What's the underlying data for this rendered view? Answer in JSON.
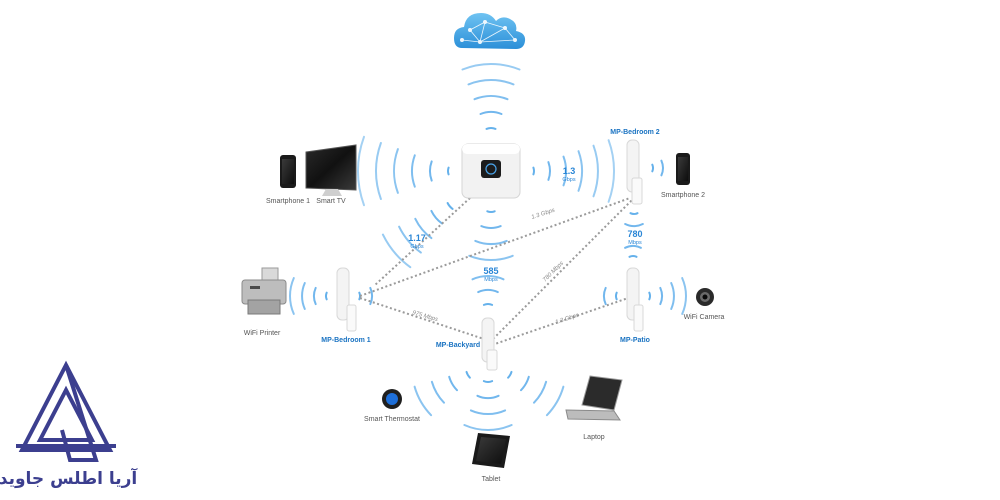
{
  "devices": {
    "smartphone1": "Smartphone 1",
    "smart_tv": "Smart TV",
    "smartphone2": "Smartphone 2",
    "wifi_printer": "WiFi Printer",
    "wifi_camera": "WiFi Camera",
    "smart_thermostat": "Smart Thermostat",
    "laptop": "Laptop",
    "tablet": "Tablet"
  },
  "nodes": {
    "bedroom1": "MP-Bedroom 1",
    "bedroom2": "MP-Bedroom 2",
    "backyard": "MP-Backyard",
    "patio": "MP-Patio"
  },
  "speeds": {
    "router_bedroom2": {
      "value": "1.3",
      "unit": "Gbps"
    },
    "router_bedroom1": {
      "value": "1.17",
      "unit": "Gbps"
    },
    "router_backyard": {
      "value": "585",
      "unit": "Mbps"
    },
    "bedroom2_patio": {
      "value": "780",
      "unit": "Mbps"
    }
  },
  "links": {
    "bedroom1_bedroom2": "1.3 Gbps",
    "bedroom1_backyard": "975 Mbps",
    "backyard_bedroom2": "780 Mbps",
    "backyard_patio": "1.3 Gbps"
  },
  "brand": {
    "name": "آریا اطلس جاوید",
    "color": "#3c3f8f"
  },
  "colors": {
    "wave": "#4aa3e8",
    "node_label": "#1a73c2",
    "link": "#9a9a9a"
  }
}
